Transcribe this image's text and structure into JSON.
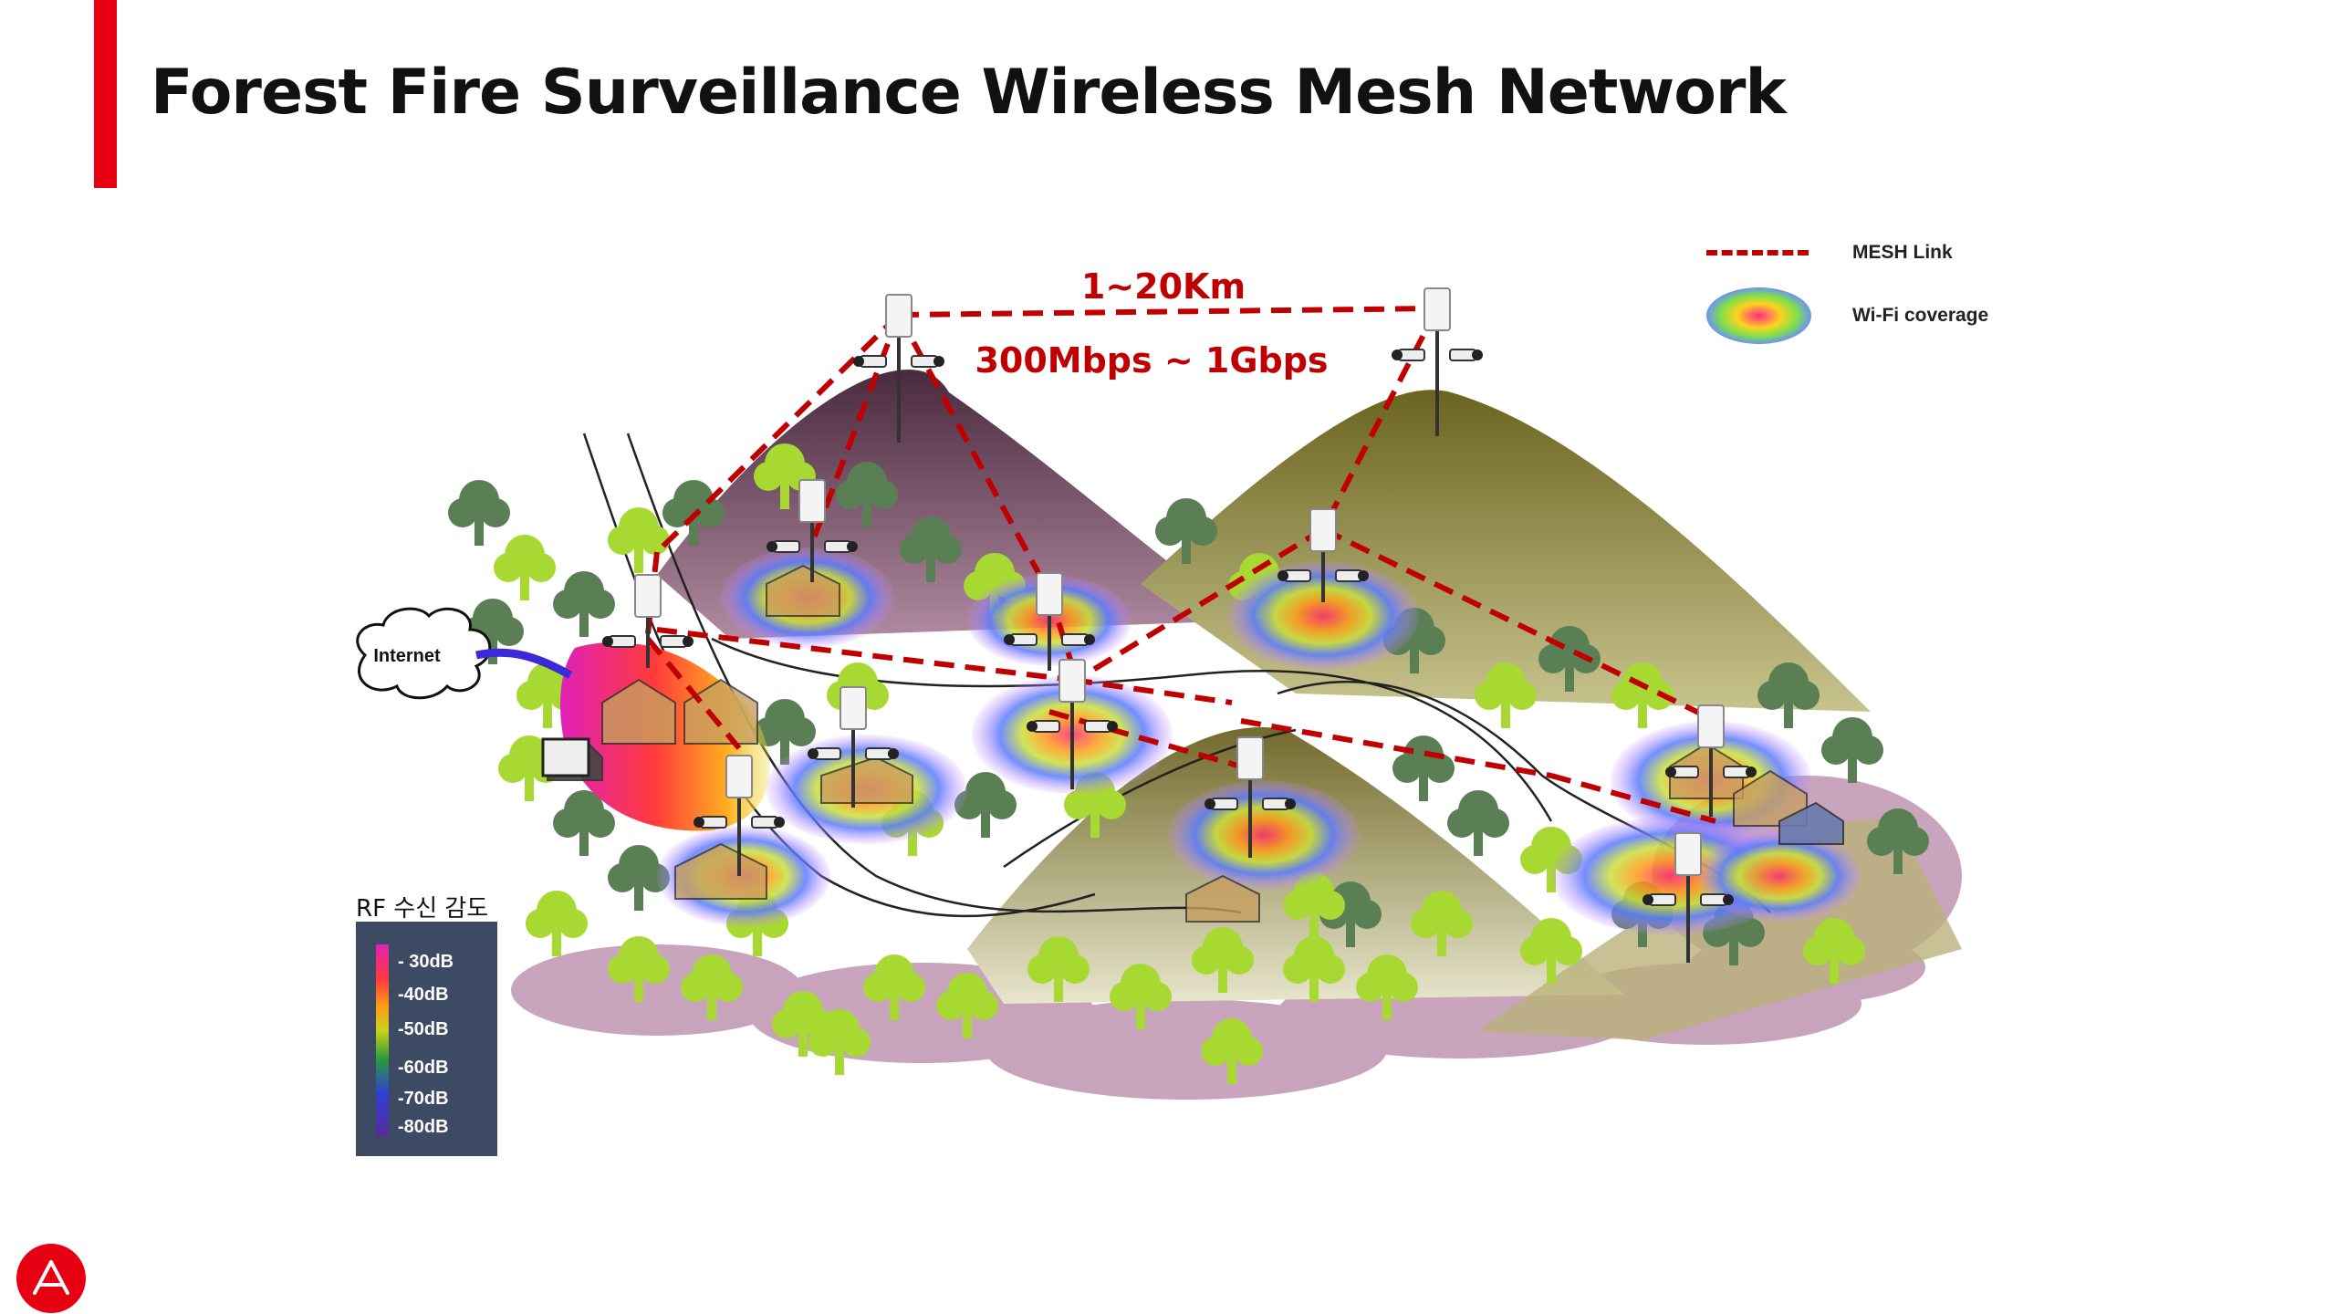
{
  "slide": {
    "title": "Forest Fire Surveillance Wireless Mesh Network",
    "accent_color": "#e60012"
  },
  "diagram": {
    "distance_label": "1~20Km",
    "throughput_label": "300Mbps ~ 1Gbps",
    "internet_label": "Internet",
    "link_color": "#c00000"
  },
  "legend": {
    "mesh_link": "MESH Link",
    "wifi_coverage": "Wi-Fi coverage"
  },
  "rf_scale": {
    "title": "RF 수신 감도",
    "levels": [
      "- 30dB",
      "-40dB",
      "-50dB",
      "-60dB",
      "-70dB",
      "-80dB"
    ]
  },
  "icons": {
    "logo": "company-logo-icon",
    "access_point": "access-point-icon",
    "camera": "cctv-camera-icon",
    "cloud": "cloud-icon"
  }
}
